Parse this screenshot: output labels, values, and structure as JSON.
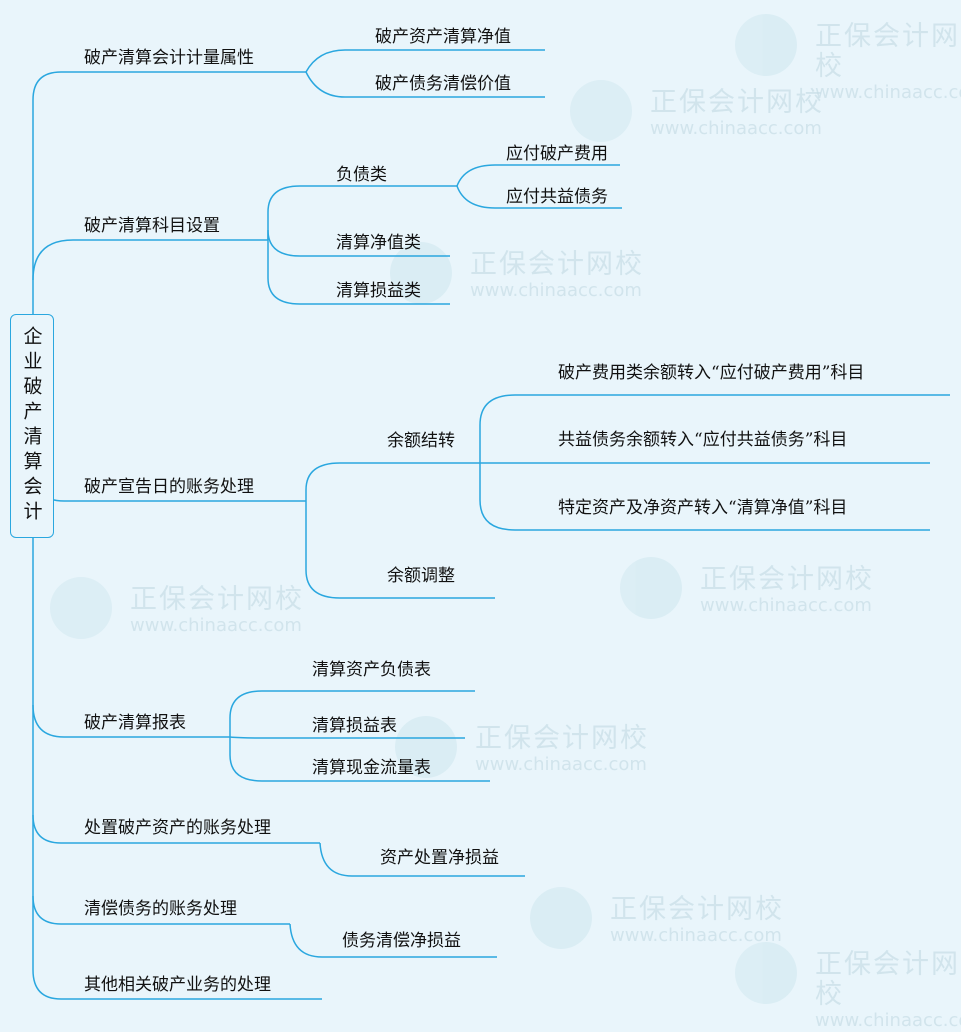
{
  "watermark": {
    "name": "正保会计网校",
    "url": "www.chinaacc.com"
  },
  "root": "企业破产清算会计",
  "branches": [
    {
      "label": "破产清算会计计量属性",
      "children": [
        {
          "label": "破产资产清算净值"
        },
        {
          "label": "破产债务清偿价值"
        }
      ]
    },
    {
      "label": "破产清算科目设置",
      "children": [
        {
          "label": "负债类",
          "children": [
            {
              "label": "应付破产费用"
            },
            {
              "label": "应付共益债务"
            }
          ]
        },
        {
          "label": "清算净值类"
        },
        {
          "label": "清算损益类"
        }
      ]
    },
    {
      "label": "破产宣告日的账务处理",
      "children": [
        {
          "label": "余额结转",
          "children": [
            {
              "label": "破产费用类余额转入“应付破产费用”科目"
            },
            {
              "label": "共益债务余额转入“应付共益债务”科目"
            },
            {
              "label": "特定资产及净资产转入“清算净值”科目"
            }
          ]
        },
        {
          "label": "余额调整"
        }
      ]
    },
    {
      "label": "破产清算报表",
      "children": [
        {
          "label": "清算资产负债表"
        },
        {
          "label": "清算损益表"
        },
        {
          "label": "清算现金流量表"
        }
      ]
    },
    {
      "label": "处置破产资产的账务处理",
      "children": [
        {
          "label": "资产处置净损益"
        }
      ]
    },
    {
      "label": "清偿债务的账务处理",
      "children": [
        {
          "label": "债务清偿净损益"
        }
      ]
    },
    {
      "label": "其他相关破产业务的处理"
    }
  ]
}
